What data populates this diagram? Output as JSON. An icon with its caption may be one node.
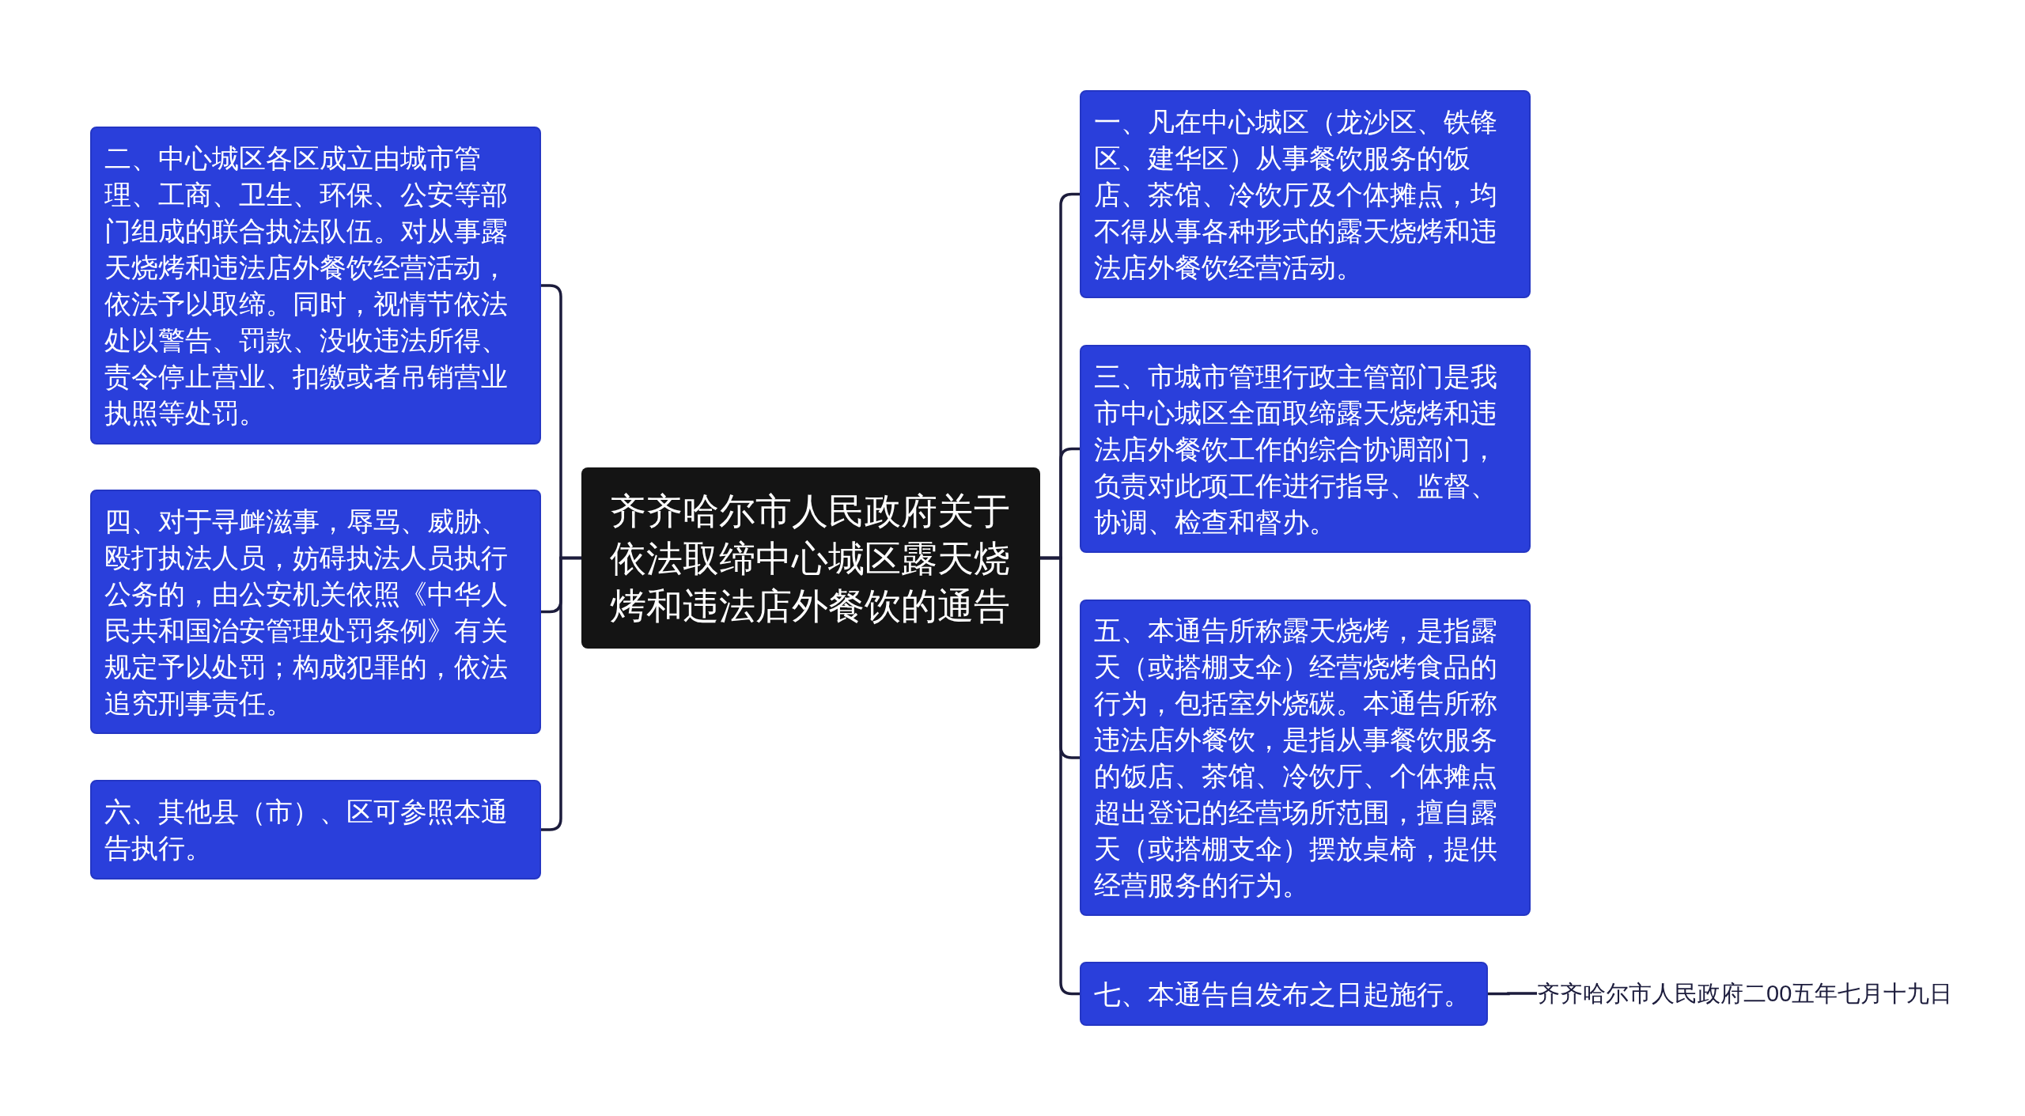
{
  "diagram": {
    "nodes": [
      {
        "text": [
          "齐齐哈尔市人民政府关于依法取缔中心城区露天烧烤和违法店外餐饮的通告"
        ]
      },
      {
        "text": [
          "二、中心城区各区成立由城市管理、工商、卫生、环保、公安等部门组成的联合执法队伍。对从事露天烧烤和违法店外餐饮经营活动，依法予以取缔。同时，视情节依法处以警告、罚款、没收违法所得、责令停止营业、扣缴或者吊销营业执照等处罚。"
        ]
      },
      {
        "text": [
          "四、对于寻衅滋事，辱骂、威胁、殴打执法人员，妨碍执法人员执行公务的，由公安机关依照《中华人民共和国治安管理处罚条例》有关规定予以处罚；构成犯罪的，依法追究刑事责任。"
        ]
      },
      {
        "text": [
          "六、其他县（市）、区可参照本通告执行。"
        ]
      },
      {
        "text": [
          "一、凡在中心城区（龙沙区、铁锋区、建华区）从事餐饮服务的饭店、茶馆、冷饮厅及个体摊点，均不得从事各种形式的露天烧烤和违法店外餐饮经营活动。"
        ]
      },
      {
        "text": [
          "三、市城市管理行政主管部门是我市中心城区全面取缔露天烧烤和违法店外餐饮工作的综合协调部门，负责对此项工作进行指导、监督、协调、检查和督办。"
        ]
      },
      {
        "text": [
          "五、本通告所称露天烧烤，是指露天（或搭棚支伞）经营烧烤食品的行为，包括室外烧碳。本通告所称违法店外餐饮，是指从事餐饮服务的饭店、茶馆、冷饮厅、个体摊点超出登记的经营场所范围，擅自露天（或搭棚支伞）摆放桌椅，提供经营服务的行为。"
        ]
      },
      {
        "text": [
          "七、本通告自发布之日起施行。"
        ]
      },
      {
        "text": [
          "齐齐哈尔市人民政府二00五年七月十九日"
        ]
      }
    ],
    "edges": [
      {
        "from": 0,
        "to": 1,
        "arrow": "none"
      },
      {
        "from": 0,
        "to": 2,
        "arrow": "none"
      },
      {
        "from": 0,
        "to": 3,
        "arrow": "none"
      },
      {
        "from": 0,
        "to": 4,
        "arrow": "none"
      },
      {
        "from": 0,
        "to": 5,
        "arrow": "none"
      },
      {
        "from": 0,
        "to": 6,
        "arrow": "none"
      },
      {
        "from": 0,
        "to": 7,
        "arrow": "none"
      },
      {
        "from": 7,
        "to": 8,
        "arrow": "none"
      }
    ]
  }
}
